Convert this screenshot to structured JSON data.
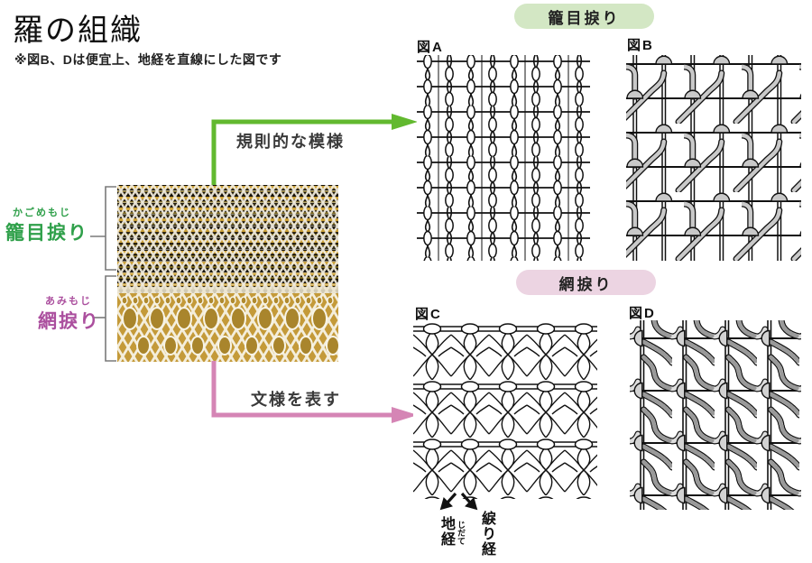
{
  "header": {
    "title": "羅の組織",
    "note": "※図B、Dは便宜上、地経を直線にした図です"
  },
  "photo": {
    "top_label_ruby": "かごめもじ",
    "top_label": "籠目捩り",
    "bottom_label_ruby": "あみもじ",
    "bottom_label": "網捩り"
  },
  "flows": {
    "top": {
      "label": "規則的な模様"
    },
    "bottom": {
      "label": "文様を表す"
    }
  },
  "sections": {
    "kagome": {
      "badge": "籠目捩り",
      "figure_a_label": "図A",
      "figure_b_label": "図B"
    },
    "ami": {
      "badge": "網捩り",
      "figure_c_label": "図C",
      "figure_d_label": "図D",
      "warp_ground": "地経",
      "warp_ground_ruby": "じだて",
      "warp_twist": "綟り経"
    }
  },
  "colors": {
    "green_text": "#2fa04a",
    "green_arrow": "#62b92f",
    "green_badge_bg": "#d3e7c4",
    "purple_text": "#ab4f9e",
    "pink_arrow": "#d585b5",
    "pink_badge_bg": "#ecd4e2",
    "bracket_gray": "#7a7a7a"
  }
}
